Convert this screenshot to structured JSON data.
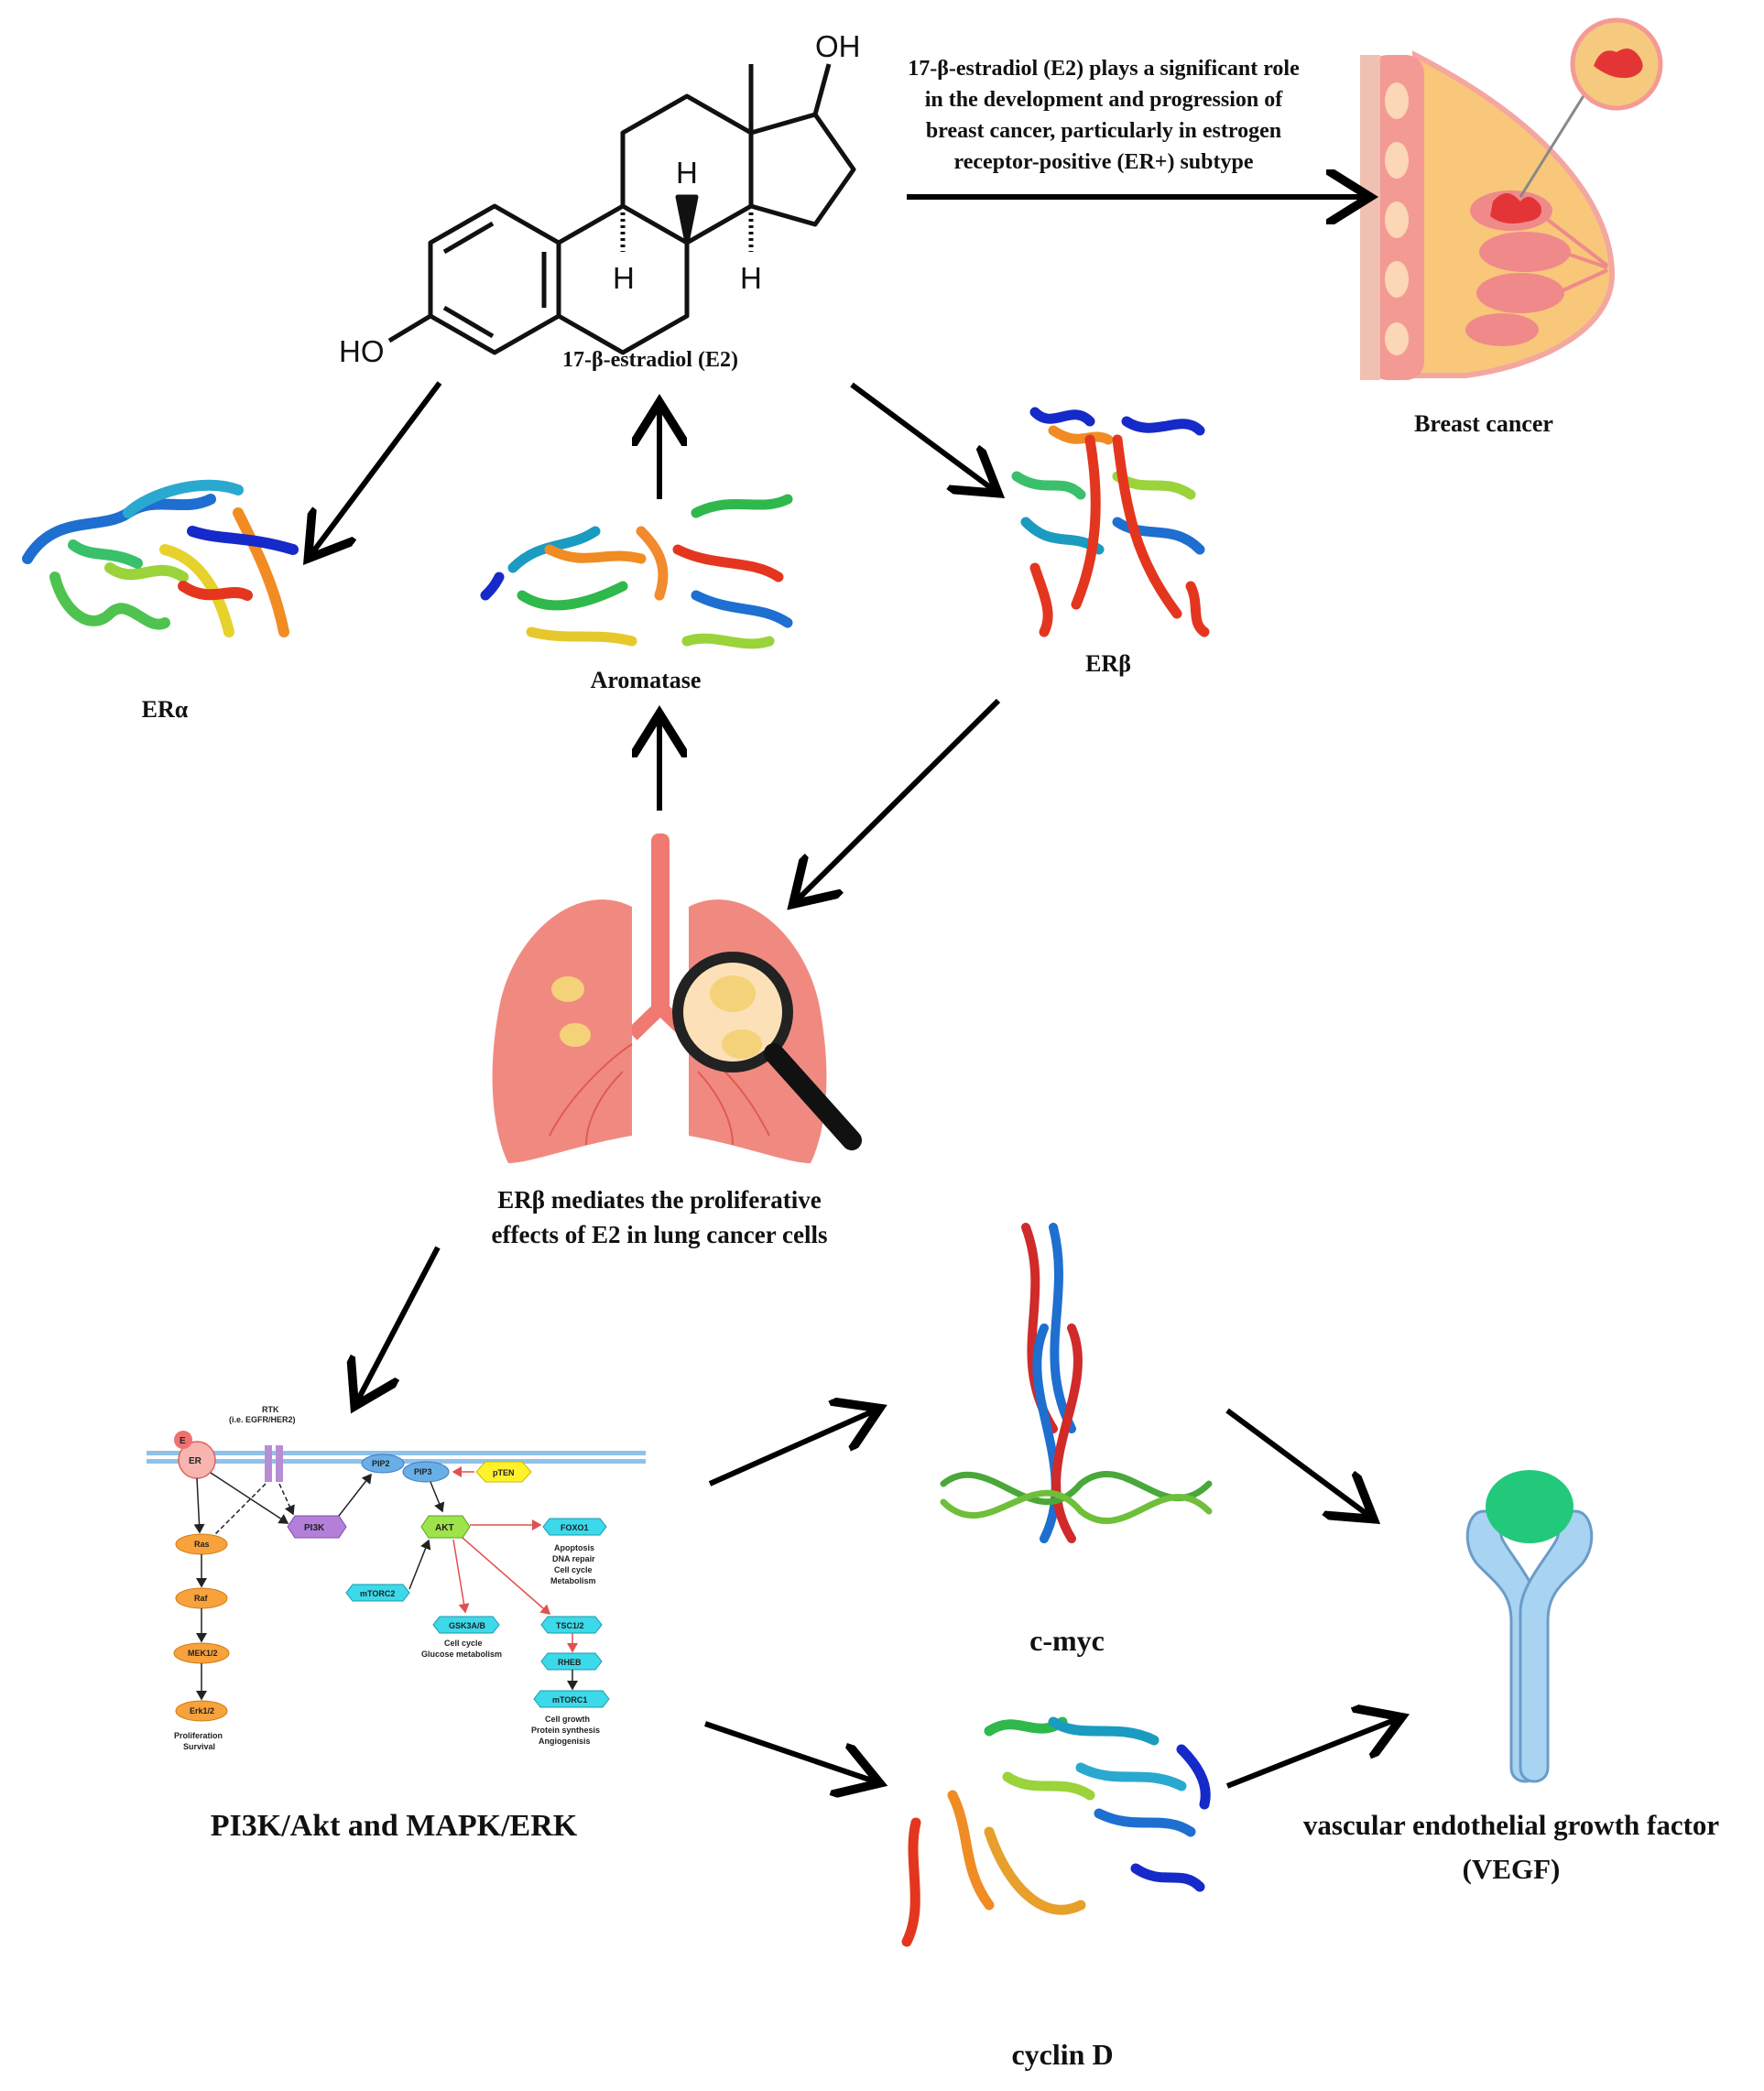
{
  "molecule": {
    "name": "17-β-estradiol (E2)",
    "atoms": {
      "oh": "OH",
      "ho": "HO",
      "h1": "H",
      "h2": "H",
      "h3": "H"
    }
  },
  "breast_note": {
    "lines": [
      "17-β-estradiol (E2) plays a significant role",
      "in the development and progression of",
      "breast cancer, particularly in estrogen",
      "receptor-positive (ER+) subtype"
    ]
  },
  "labels": {
    "breast_cancer": "Breast cancer",
    "er_alpha": "ERα",
    "aromatase": "Aromatase",
    "er_beta": "ERβ",
    "lung_note_1": "ERβ mediates the proliferative",
    "lung_note_2": "effects of E2 in lung cancer cells",
    "pathway": "PI3K/Akt and MAPK/ERK",
    "cmyc": "c-myc",
    "cyclin": "cyclin D",
    "vegf_1": "vascular endothelial growth factor",
    "vegf_2": "(VEGF)"
  },
  "pathway_diagram": {
    "e": "E",
    "er": "ER",
    "rtk": "RTK",
    "rtk_sub": "(i.e. EGFR/HER2)",
    "pip2": "PIP2",
    "pip3": "PIP3",
    "pten": "pTEN",
    "pi3k": "PI3K",
    "akt": "AKT",
    "foxo1": "FOXO1",
    "foxo1_effects": [
      "Apoptosis",
      "DNA repair",
      "Cell cycle",
      "Metabolism"
    ],
    "ras": "Ras",
    "raf": "Raf",
    "mek": "MEK1/2",
    "erk": "Erk1/2",
    "erk_effects": [
      "Proliferation",
      "Survival"
    ],
    "mtorc2": "mTORC2",
    "gsk": "GSK3A/B",
    "gsk_effects": [
      "Cell cycle",
      "Glucose metabolism"
    ],
    "tsc": "TSC1/2",
    "rheb": "RHEB",
    "mtorc1": "mTORC1",
    "mtorc1_effects": [
      "Cell growth",
      "Protein synthesis",
      "Angiogenisis"
    ]
  },
  "colors": {
    "lung": "#f08a80",
    "lung_dark": "#e4655d",
    "tumor": "#f4d27a",
    "breast_skin": "#f8c77a",
    "breast_wall": "#f49a95",
    "vegf_receptor": "#a8d4f2",
    "vegf_ligand": "#22c97a",
    "arrow": "#000000"
  }
}
